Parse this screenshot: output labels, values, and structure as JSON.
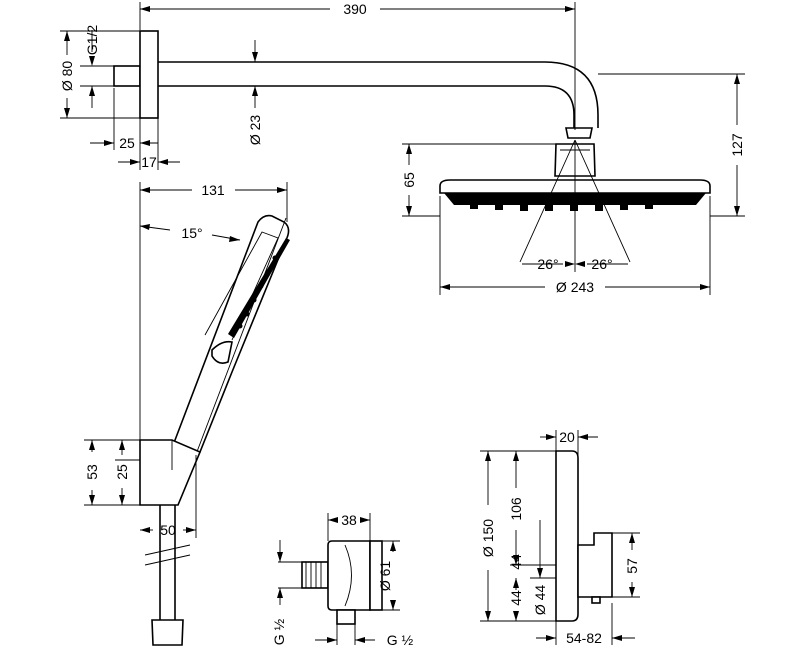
{
  "dimensions": {
    "arm_length": "390",
    "thread": "G1/2",
    "flange_dia": "Ø 80",
    "arm_dia": "Ø 23",
    "flange_offset": "25",
    "flange_thickness": "17",
    "head_height": "65",
    "total_drop": "127",
    "spray_angle_left": "26°",
    "spray_angle_right": "26°",
    "head_dia": "Ø 243",
    "hand_width": "131",
    "hand_tilt": "15°",
    "holder_height": "53",
    "holder_inner": "25",
    "holder_width": "50",
    "elbow_depth": "38",
    "elbow_dia": "Ø 61",
    "elbow_thread_left": "G ½",
    "elbow_thread_right": "G ½",
    "plate_depth": "20",
    "plate_dia": "Ø 150",
    "plate_upper": "106",
    "knob_dia": "Ø 44",
    "knob_offset": "44",
    "knob_height": "57",
    "install_depth": "54-82"
  },
  "colors": {
    "line": "#000000",
    "background": "#ffffff"
  }
}
